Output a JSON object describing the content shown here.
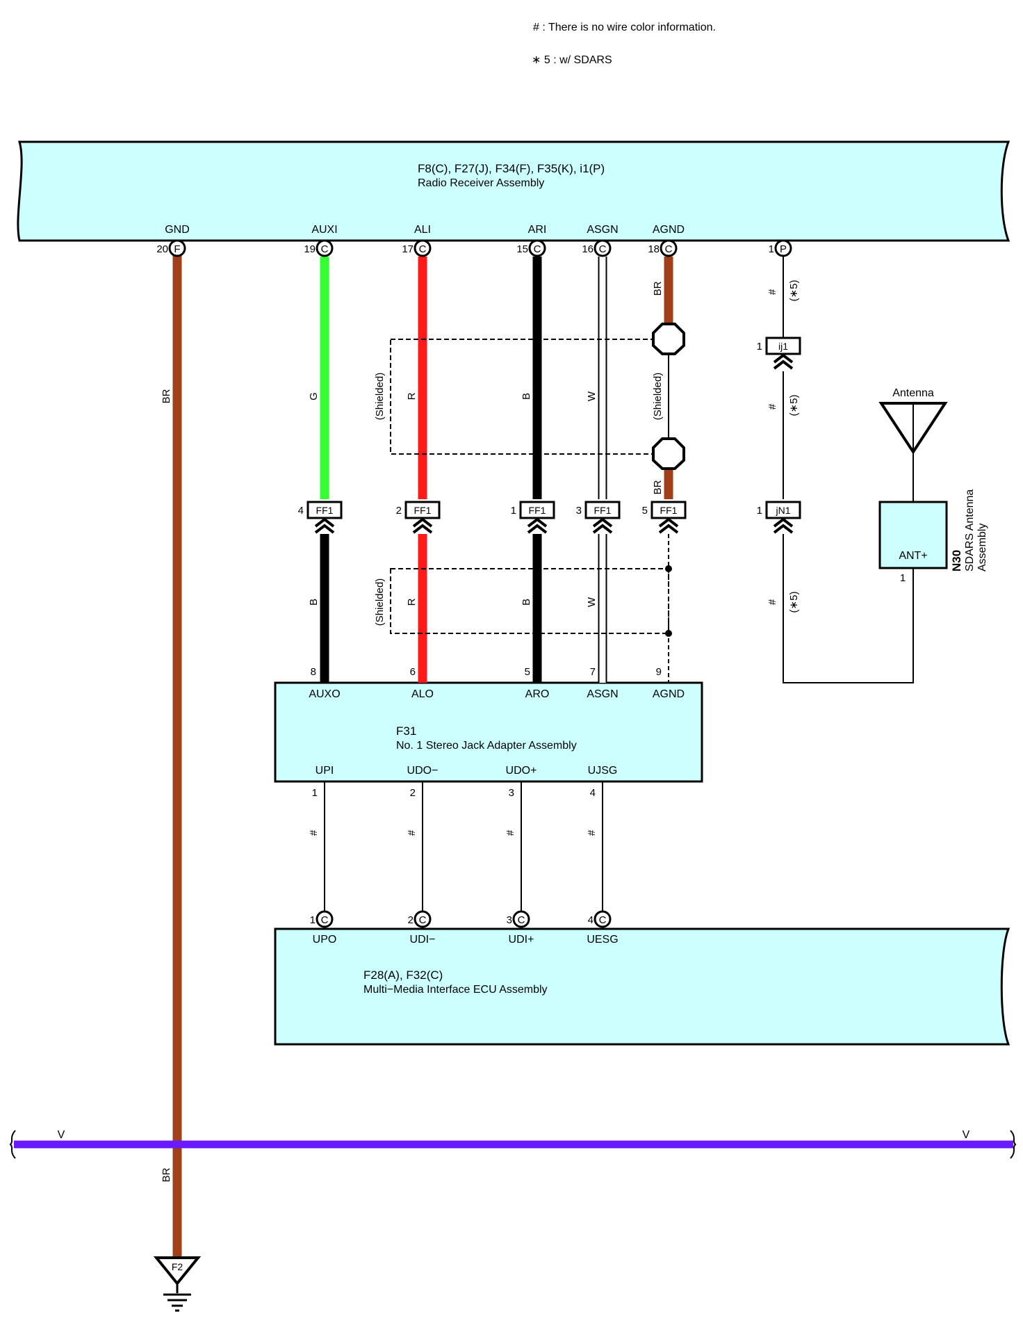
{
  "notes": {
    "no_color": "# : There is no wire color information.",
    "sdars": "∗ 5 : w/ SDARS"
  },
  "colors": {
    "box_fill": "#ccffff",
    "brown": "#a0401a",
    "green": "#33ff33",
    "red": "#ff1a1a",
    "black": "#000000",
    "white_wire": "#ffffff",
    "violet": "#6a1aff"
  },
  "radio_receiver": {
    "code": "F8(C), F27(J), F34(F), F35(K), i1(P)",
    "name": "Radio Receiver Assembly",
    "terminals": [
      {
        "label": "GND",
        "pin": "20",
        "conn": "F"
      },
      {
        "label": "AUXI",
        "pin": "19",
        "conn": "C"
      },
      {
        "label": "ALI",
        "pin": "17",
        "conn": "C"
      },
      {
        "label": "ARI",
        "pin": "15",
        "conn": "C"
      },
      {
        "label": "ASGN",
        "pin": "16",
        "conn": "C"
      },
      {
        "label": "AGND",
        "pin": "18",
        "conn": "C"
      },
      {
        "label": "",
        "pin": "1",
        "conn": "P"
      }
    ]
  },
  "stereo_jack": {
    "code": "F31",
    "name": "No. 1 Stereo Jack Adapter Assembly",
    "top_terminals": [
      {
        "label": "AUXO",
        "pin": "8"
      },
      {
        "label": "ALO",
        "pin": "6"
      },
      {
        "label": "ARO",
        "pin": "5"
      },
      {
        "label": "ASGN",
        "pin": "7"
      },
      {
        "label": "AGND",
        "pin": "9"
      }
    ],
    "bottom_terminals": [
      {
        "label": "UPI",
        "pin": "1"
      },
      {
        "label": "UDO−",
        "pin": "2"
      },
      {
        "label": "UDO+",
        "pin": "3"
      },
      {
        "label": "UJSG",
        "pin": "4"
      }
    ]
  },
  "mmi_ecu": {
    "code": "F28(A), F32(C)",
    "name": "Multi−Media Interface ECU Assembly",
    "terminals": [
      {
        "label": "UPO",
        "pin": "1",
        "conn": "C"
      },
      {
        "label": "UDI−",
        "pin": "2",
        "conn": "C"
      },
      {
        "label": "UDI+",
        "pin": "3",
        "conn": "C"
      },
      {
        "label": "UESG",
        "pin": "4",
        "conn": "C"
      }
    ]
  },
  "ff1_connectors": [
    {
      "pin": "4",
      "name": "FF1"
    },
    {
      "pin": "2",
      "name": "FF1"
    },
    {
      "pin": "1",
      "name": "FF1"
    },
    {
      "pin": "3",
      "name": "FF1"
    },
    {
      "pin": "5",
      "name": "FF1"
    }
  ],
  "ij1": {
    "pin": "1",
    "name": "ij1"
  },
  "jn1": {
    "pin": "1",
    "name": "jN1"
  },
  "antenna": {
    "label": "Antenna",
    "code": "N30",
    "name_line1": "SDARS Antenna",
    "name_line2": "Assembly",
    "terminal": "ANT+",
    "pin": "1"
  },
  "wire_colors": {
    "gnd_upper": "BR",
    "gnd_lower": "BR",
    "auxi_upper": "G",
    "ali_upper": "R",
    "ari_upper": "B",
    "asgn_upper": "W",
    "agnd_upper": "BR",
    "agnd_mid": "BR",
    "auxo_lower": "B",
    "alo_lower": "R",
    "aro_lower": "B",
    "asgn_lower": "W",
    "shielded": "(Shielded)",
    "hash": "#",
    "sdars_mark": "(∗5)"
  },
  "bus": {
    "left_label": "V",
    "right_label": "V"
  },
  "ground": {
    "name": "F2"
  }
}
